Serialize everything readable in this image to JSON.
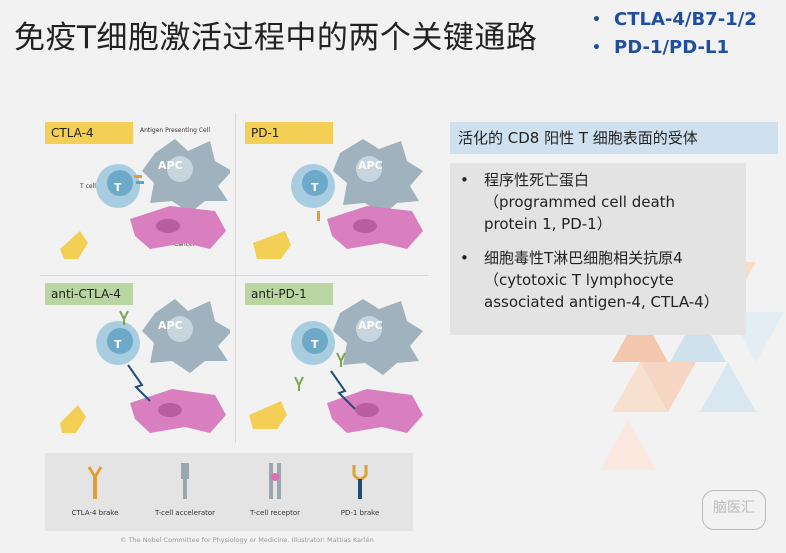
{
  "header": {
    "title": "免疫T细胞激活过程中的两个关键通路",
    "bullets": [
      "CTLA-4/B7-1/2",
      "PD-1/PD-L1"
    ]
  },
  "figure": {
    "panels": [
      {
        "label": "CTLA-4"
      },
      {
        "label": "PD-1"
      },
      {
        "label": "anti-CTLA-4"
      },
      {
        "label": "anti-PD-1"
      }
    ],
    "cell_labels": {
      "apc": "APC",
      "t": "T",
      "antigen_presenting_cell": "Antigen Presenting Cell",
      "t_cell": "T cell",
      "cancer_cell": "Cancer cell"
    },
    "legend": [
      {
        "label": "CTLA-4 brake"
      },
      {
        "label": "T-cell accelerator"
      },
      {
        "label": "T-cell receptor"
      },
      {
        "label": "PD-1 brake"
      }
    ],
    "credit": "© The Nobel Committee for Physiology or Medicine. Illustrator: Mattias Karlén"
  },
  "receptors": {
    "heading": "活化的 CD8 阳性 T 细胞表面的受体",
    "items": [
      {
        "bullet": "•",
        "line1": "程序性死亡蛋白",
        "line2": "（programmed cell death",
        "line3": "protein 1, PD-1）"
      },
      {
        "bullet": "•",
        "line1": "细胞毒性T淋巴细胞相关抗原4",
        "line2": "（cytotoxic T lymphocyte",
        "line3": "associated antigen-4, CTLA-4）"
      }
    ]
  },
  "watermark": "脑医汇",
  "colors": {
    "title_bullet_blue": "#1f4e9e",
    "panel_yellow": "#f3cf55",
    "panel_green": "#b9d6a2",
    "apc": "#9fb2bd",
    "tcell": "#a9cde0",
    "cancer": "#d97fbf",
    "heading_bg": "#cfe0ee",
    "deco_orange": "#f3c7ad",
    "deco_blue": "#cfe1ec"
  }
}
